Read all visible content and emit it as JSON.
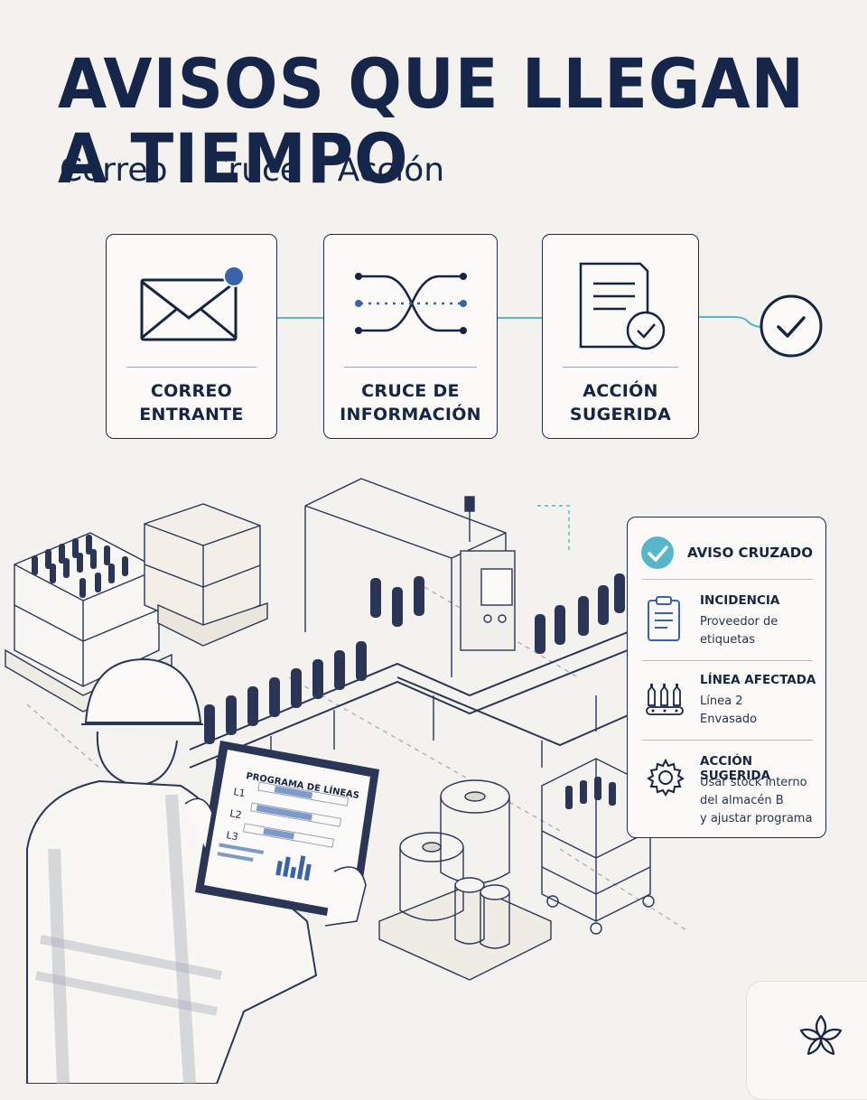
{
  "header": {
    "title": "AVISOS QUE LLEGAN A TIEMPO",
    "subtitle_parts": [
      "Correo",
      "Cruce",
      "Acción"
    ]
  },
  "flow": {
    "steps": [
      {
        "label_line1": "CORREO",
        "label_line2": "ENTRANTE",
        "icon": "envelope-notification-icon"
      },
      {
        "label_line1": "CRUCE DE",
        "label_line2": "INFORMACIÓN",
        "icon": "crossing-lines-icon"
      },
      {
        "label_line1": "ACCIÓN",
        "label_line2": "SUGERIDA",
        "icon": "document-check-icon"
      }
    ],
    "final_icon": "check-circle-icon"
  },
  "tablet": {
    "title": "PROGRAMA DE LÍNEAS",
    "rows": [
      "L1",
      "L2",
      "L3"
    ]
  },
  "alert_panel": {
    "title": "AVISO CRUZADO",
    "items": [
      {
        "heading": "INCIDENCIA",
        "lines": [
          "Proveedor de",
          "etiquetas"
        ],
        "icon": "clipboard-icon"
      },
      {
        "heading": "LÍNEA AFECTADA",
        "lines": [
          "Línea 2",
          "Envasado"
        ],
        "icon": "bottle-line-icon"
      },
      {
        "heading": "ACCIÓN SUGERIDA",
        "lines": [
          "Usar stock interno",
          "del almacén B",
          "y ajustar programa"
        ],
        "icon": "gear-icon"
      }
    ]
  },
  "colors": {
    "navy": "#16264b",
    "accent_teal": "#57b6c9",
    "notification_blue": "#3b63a8",
    "background": "#f4f2ee"
  }
}
